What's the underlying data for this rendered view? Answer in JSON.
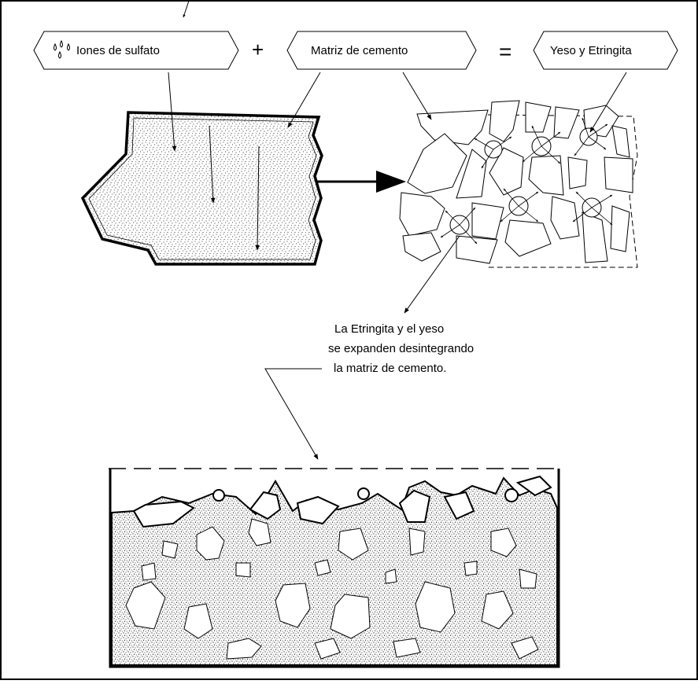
{
  "labels": {
    "sulfate_ions": "Iones de sulfato",
    "cement_matrix": "Matriz de cemento",
    "gypsum_ettringite": "Yeso y Etringita",
    "plus": "+",
    "equals": "="
  },
  "annotation": {
    "line1": "La Etringita y el yeso",
    "line2": "se expanden desintegrando",
    "line3": "la matriz de cemento."
  },
  "colors": {
    "ink": "#000000",
    "background": "#ffffff"
  }
}
